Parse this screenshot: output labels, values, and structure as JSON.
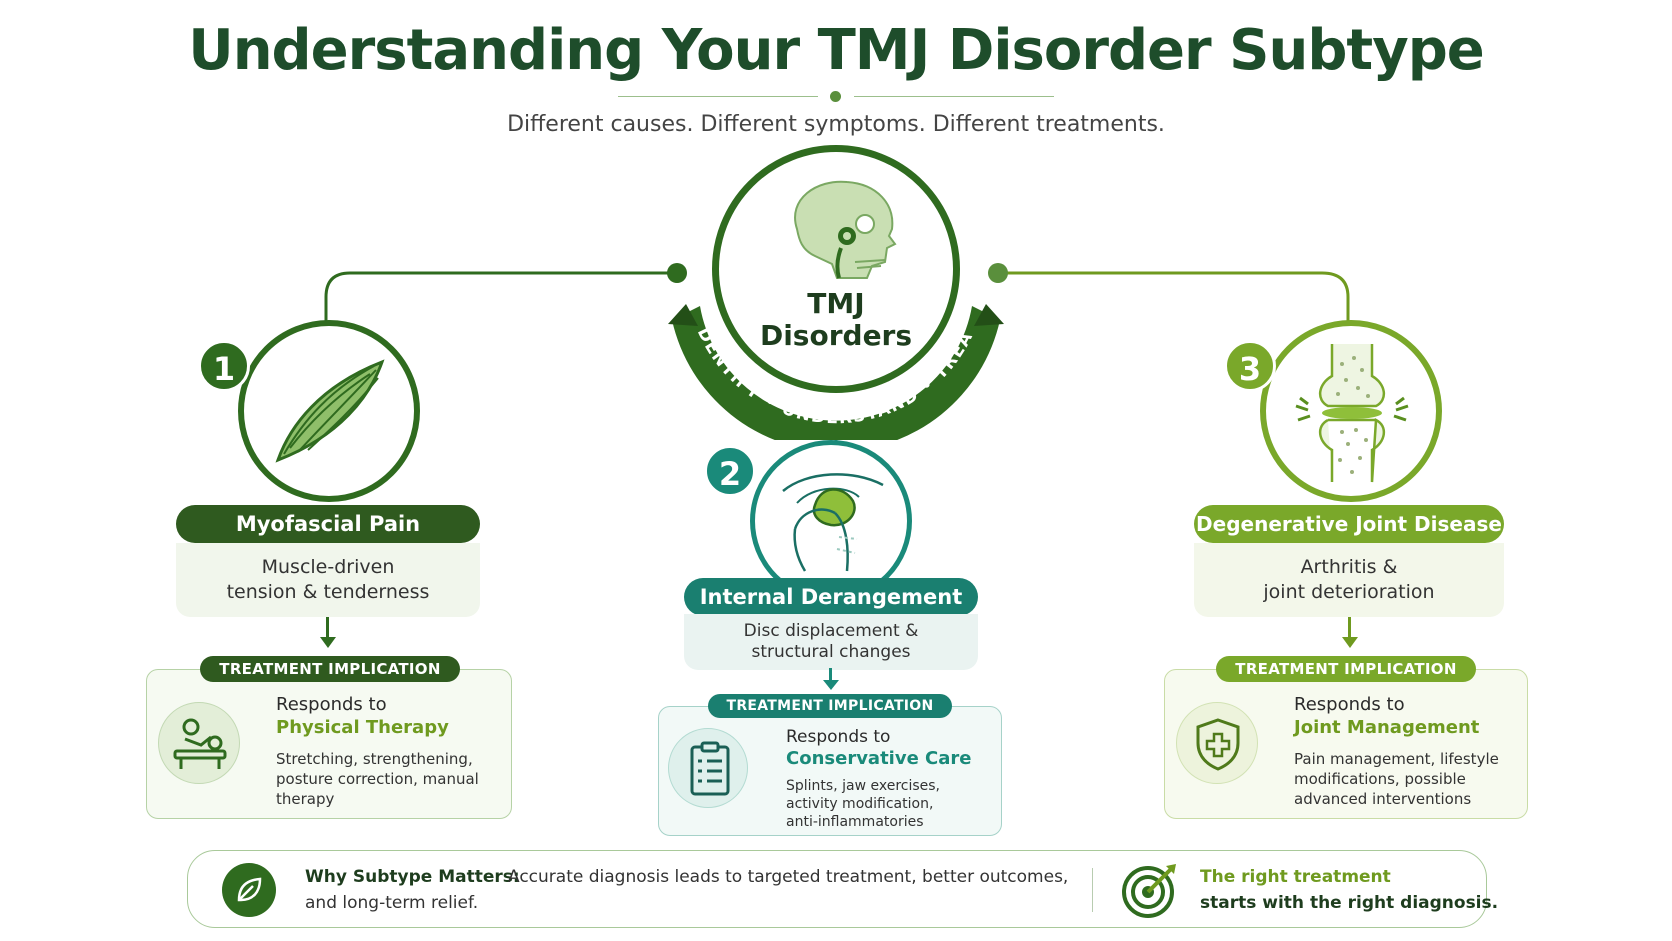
{
  "title": "Understanding Your TMJ Disorder Subtype",
  "subtitle": "Different causes. Different symptoms. Different treatments.",
  "center": {
    "line1": "TMJ",
    "line2": "Disorders",
    "arc_text": "IDENTIFY • UNDERSTAND • TREAT",
    "icon": "skull-icon"
  },
  "colors": {
    "dark_green": "#2f6b1f",
    "teal": "#1a8a7a",
    "olive": "#7aa82a",
    "title_green": "#1e4d2b"
  },
  "subtypes": [
    {
      "number": "1",
      "title": "Myofascial Pain",
      "desc_line1": "Muscle-driven",
      "desc_line2": "tension & tenderness",
      "tag": "TREATMENT IMPLICATION",
      "responds": "Responds to",
      "treatment": "Physical Therapy",
      "detail_line1": "Stretching, strengthening,",
      "detail_line2": "posture correction, manual",
      "detail_line3": "therapy",
      "icon": "muscle-icon",
      "treat_icon": "massage-therapy-icon"
    },
    {
      "number": "2",
      "title": "Internal Derangement",
      "desc_line1": "Disc displacement &",
      "desc_line2": "structural changes",
      "tag": "TREATMENT IMPLICATION",
      "responds": "Responds to",
      "treatment": "Conservative Care",
      "detail_line1": "Splints, jaw exercises,",
      "detail_line2": "activity modification,",
      "detail_line3": "anti-inflammatories",
      "icon": "jaw-disc-icon",
      "treat_icon": "clipboard-icon"
    },
    {
      "number": "3",
      "title": "Degenerative Joint Disease",
      "desc_line1": "Arthritis &",
      "desc_line2": "joint deterioration",
      "tag": "TREATMENT IMPLICATION",
      "responds": "Responds to",
      "treatment": "Joint Management",
      "detail_line1": "Pain management, lifestyle",
      "detail_line2": "modifications, possible",
      "detail_line3": "advanced interventions",
      "icon": "joint-icon",
      "treat_icon": "shield-plus-icon"
    }
  ],
  "footer": {
    "strong": "Why Subtype Matters:",
    "text_part1": "Accurate diagnosis leads to targeted treatment, better outcomes,",
    "text_part2": "and long-term relief.",
    "right_line1": "The right treatment",
    "right_line2": "starts with the right diagnosis.",
    "left_icon": "leaf-icon",
    "right_icon": "target-icon"
  }
}
